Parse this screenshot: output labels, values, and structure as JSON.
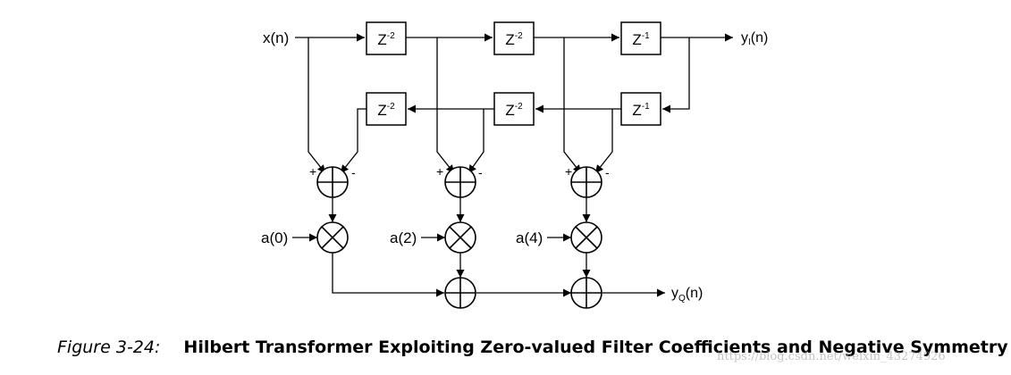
{
  "diagram": {
    "input_label": "x(n)",
    "output_i": {
      "main": "y",
      "sub": "I",
      "tail": "(n)"
    },
    "output_q": {
      "main": "y",
      "sub": "Q",
      "tail": "(n)"
    },
    "delay_blocks": {
      "top_1": {
        "base": "Z",
        "exp": "-2"
      },
      "top_2": {
        "base": "Z",
        "exp": "-2"
      },
      "top_3": {
        "base": "Z",
        "exp": "-1"
      },
      "bottom_3": {
        "base": "Z",
        "exp": "-1"
      },
      "bottom_2": {
        "base": "Z",
        "exp": "-2"
      },
      "bottom_1": {
        "base": "Z",
        "exp": "-2"
      }
    },
    "coefficients": [
      "a(0)",
      "a(2)",
      "a(4)"
    ],
    "adder_signs": {
      "plus": "+",
      "minus": "-"
    }
  },
  "caption": {
    "figure_number": "Figure 3-24:",
    "title": "Hilbert Transformer Exploiting Zero-valued Filter Coefficients and Negative Symmetry"
  },
  "watermark": "https://blog.csdn.net/weixin_43274926"
}
